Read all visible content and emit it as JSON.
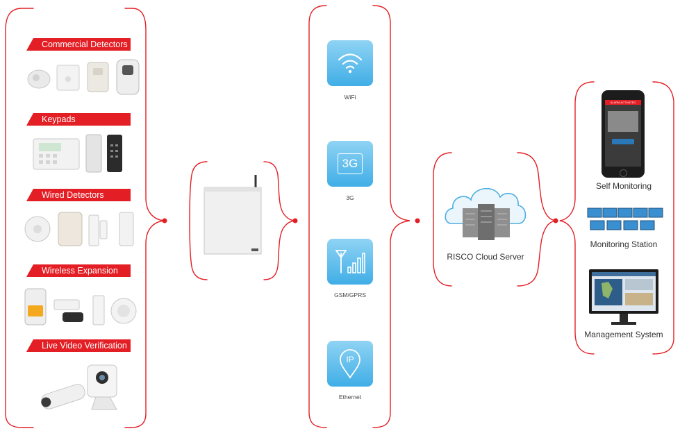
{
  "devices": {
    "commercial_detectors": "Commercial Detectors",
    "keypads": "Keypads",
    "wired_detectors": "Wired Detectors",
    "wireless_expansion": "Wireless Expansion",
    "live_video_verification": "Live Video Verification"
  },
  "connectivity": {
    "wifi": "WiFi",
    "three_g_label": "3G",
    "three_g_icon_text": "3G",
    "gsm_gprs": "GSM/GPRS",
    "ethernet": "Ethernet",
    "ip_icon_text": "IP"
  },
  "cloud": {
    "label": "RISCO Cloud Server"
  },
  "endpoints": {
    "self_monitoring": "Self Monitoring",
    "monitoring_station": "Monitoring Station",
    "management_system": "Management System",
    "phone_alert_text": "ALARM ACTIVATED"
  },
  "colors": {
    "accent": "#e31e24",
    "tile": "#40aee6"
  }
}
